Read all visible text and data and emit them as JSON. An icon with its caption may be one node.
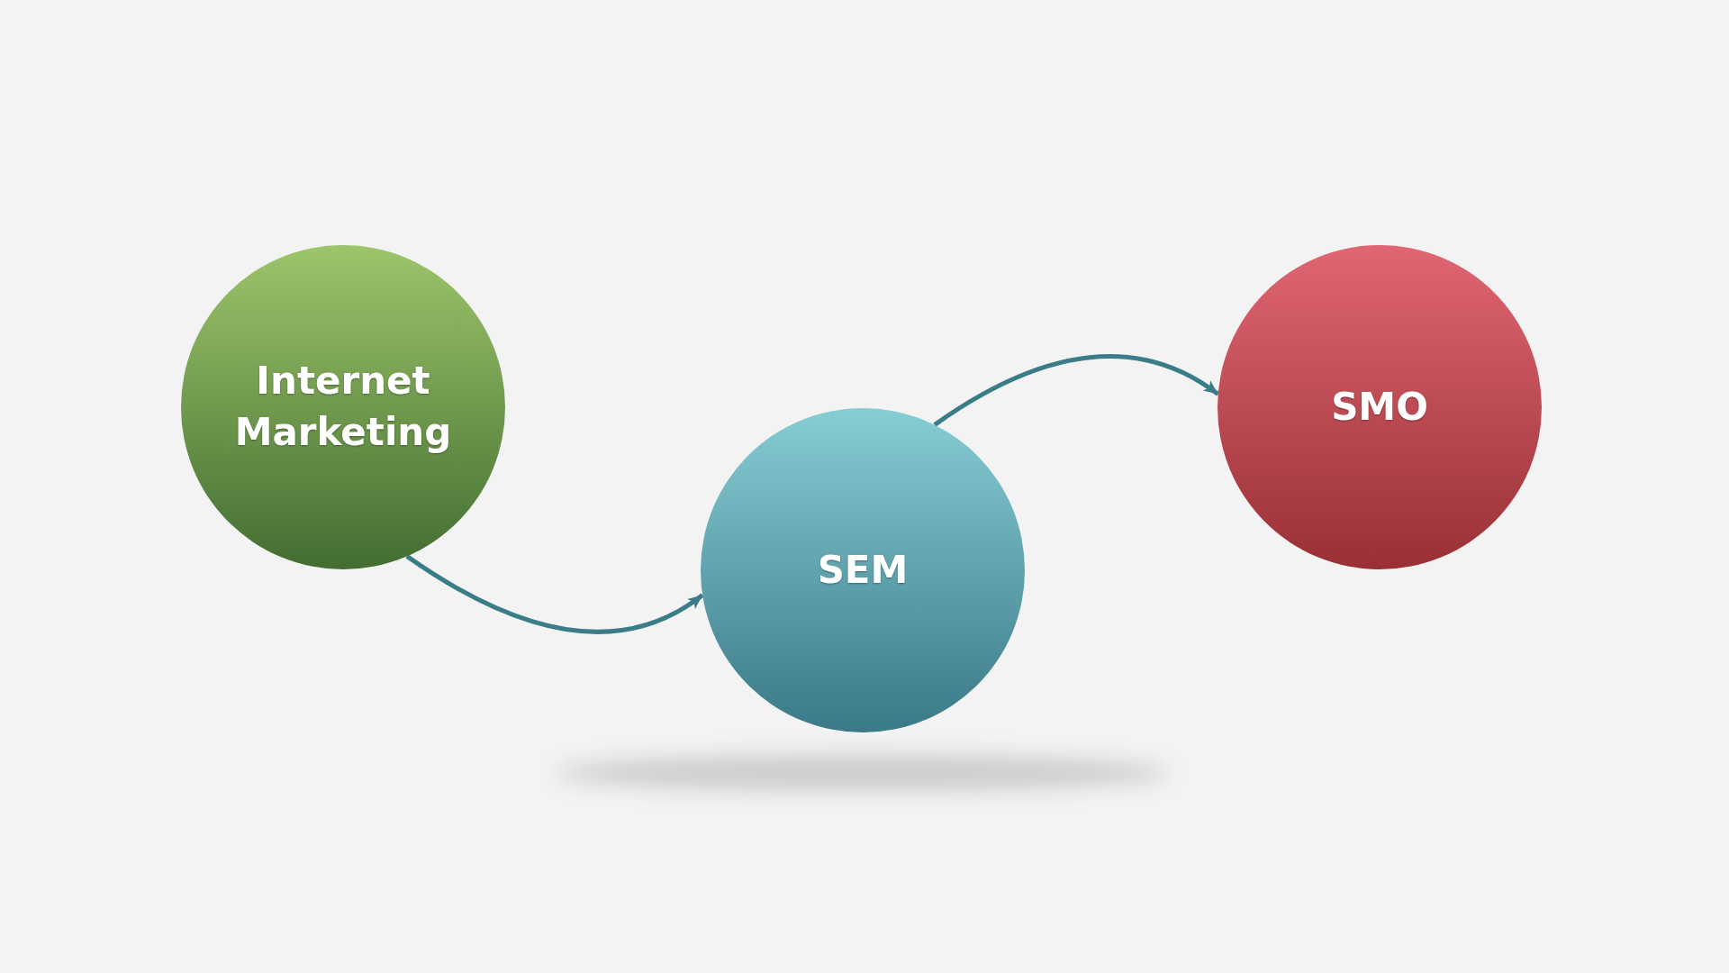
{
  "diagram": {
    "nodes": [
      {
        "text": [
          "Internet Marketing"
        ]
      },
      {
        "text": [
          "SEM"
        ]
      },
      {
        "text": [
          "SMO"
        ]
      }
    ],
    "edges": [
      {
        "from": 0,
        "to": 1,
        "arrow": "to"
      },
      {
        "from": 1,
        "to": 2,
        "arrow": "to"
      }
    ]
  }
}
